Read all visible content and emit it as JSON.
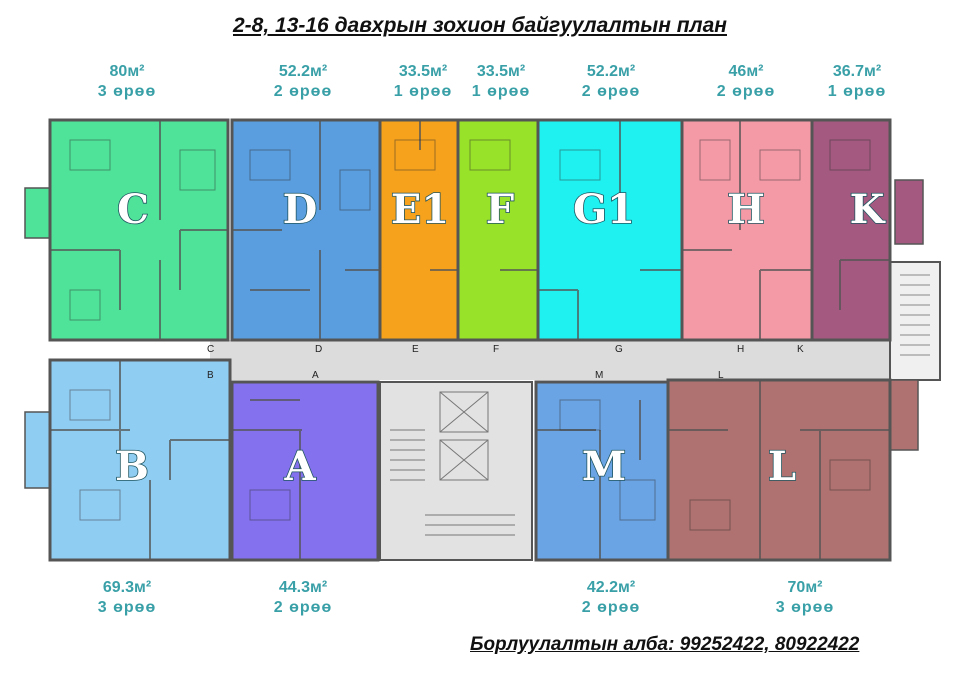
{
  "title": "2-8, 13-16 давхрын зохион байгуулалтын план",
  "contact": "Борлуулалтын алба: 99252422,  80922422",
  "colors": {
    "accent_text": "#3aa0a8",
    "corridor": "#dcdcdc",
    "wall": "#555555"
  },
  "units": {
    "C": {
      "letter": "C",
      "area": "80м²",
      "rooms": "3 өрөө",
      "door": "C",
      "color": "#4fe39a"
    },
    "D": {
      "letter": "D",
      "area": "52.2м²",
      "rooms": "2 өрөө",
      "door": "D",
      "color": "#5a9ee0"
    },
    "E1": {
      "letter": "E1",
      "area": "33.5м²",
      "rooms": "1 өрөө",
      "door": "E",
      "color": "#f7a21d"
    },
    "F": {
      "letter": "F",
      "area": "33.5м²",
      "rooms": "1 өрөө",
      "door": "F",
      "color": "#99e22a"
    },
    "G1": {
      "letter": "G1",
      "area": "52.2м²",
      "rooms": "2 өрөө",
      "door": "G",
      "color": "#1ff1f1"
    },
    "H": {
      "letter": "H",
      "area": "46м²",
      "rooms": "2 өрөө",
      "door": "H",
      "color": "#f49aa6"
    },
    "K": {
      "letter": "K",
      "area": "36.7м²",
      "rooms": "1 өрөө",
      "door": "K",
      "color": "#a45a80"
    },
    "B": {
      "letter": "B",
      "area": "69.3м²",
      "rooms": "3 өрөө",
      "door": "B",
      "color": "#90cdf2"
    },
    "A": {
      "letter": "A",
      "area": "44.3м²",
      "rooms": "2 өрөө",
      "door": "A",
      "color": "#8471ee"
    },
    "M": {
      "letter": "M",
      "area": "42.2м²",
      "rooms": "2 өрөө",
      "door": "M",
      "color": "#6aa4e4"
    },
    "L": {
      "letter": "L",
      "area": "70м²",
      "rooms": "3 өрөө",
      "door": "L",
      "color": "#b07270"
    }
  }
}
